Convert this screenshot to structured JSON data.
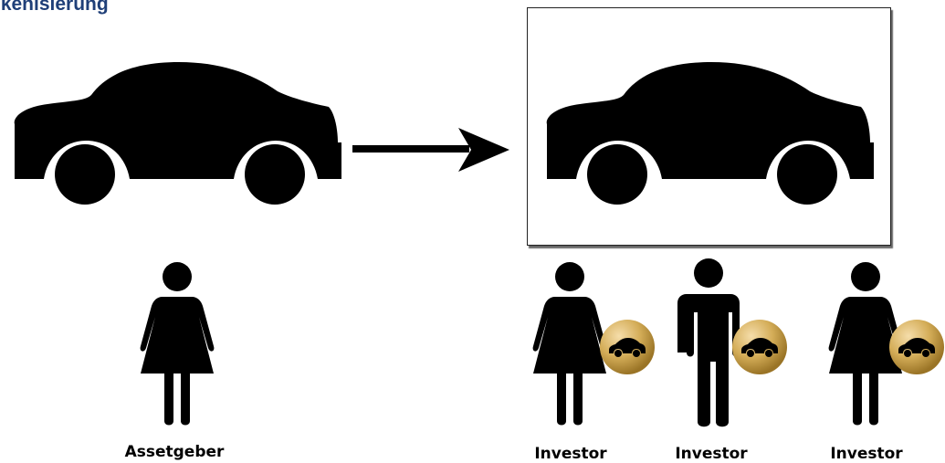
{
  "title": "okenisierung",
  "labels": {
    "assetgeber": "Assetgeber",
    "investor_1": "Investor",
    "investor_2": "Investor",
    "investor_3": "Investor"
  },
  "icons": {
    "asset": "car-icon",
    "tokenized_asset": "car-icon",
    "flow": "arrow-right-icon",
    "owner": "woman-icon",
    "investors": [
      "woman-icon",
      "man-icon",
      "woman-icon"
    ],
    "token": "car-token-icon"
  },
  "colors": {
    "title": "#1f3f78",
    "icon": "#000000",
    "token_gold": "#d4ad58",
    "token_dark_gold": "#9a7426"
  }
}
